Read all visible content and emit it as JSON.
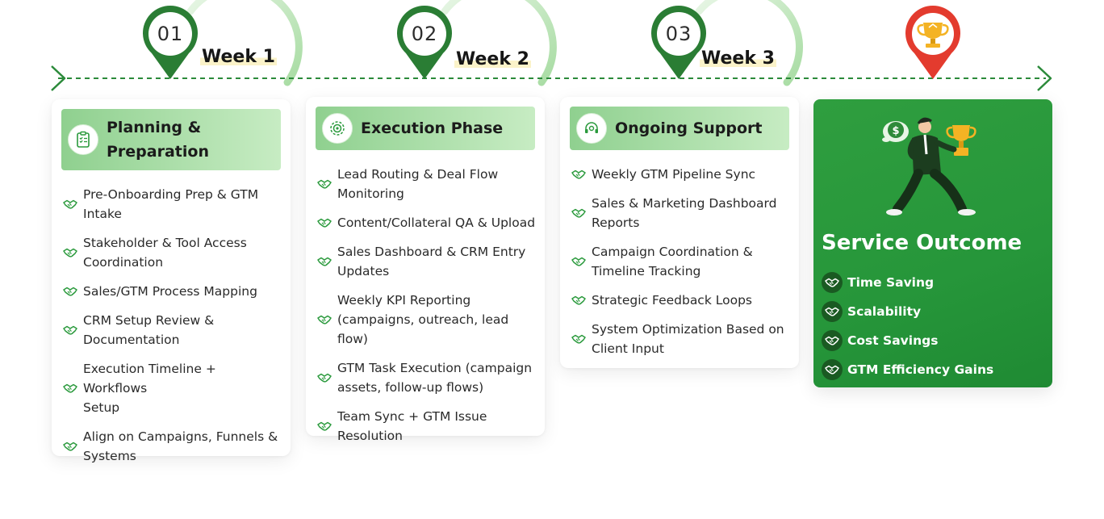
{
  "colors": {
    "primary_green": "#2b9a3d",
    "dark_green": "#1f6e2a",
    "header_gradient_start": "#8fd08f",
    "header_gradient_end": "#c7ecc3",
    "pin_red": "#e33b2e",
    "trophy_gold": "#f4b324"
  },
  "milestones": [
    {
      "number": "01",
      "week": "Week 1"
    },
    {
      "number": "02",
      "week": "Week 2"
    },
    {
      "number": "03",
      "week": "Week 3"
    }
  ],
  "final_pin_icon": "trophy-icon",
  "phases": [
    {
      "title_lines": [
        "Planning &",
        "Preparation"
      ],
      "icon": "clipboard-icon",
      "items": [
        [
          "Pre-Onboarding Prep & GTM",
          "Intake"
        ],
        [
          "Stakeholder & Tool Access",
          "Coordination"
        ],
        [
          "Sales/GTM Process Mapping"
        ],
        [
          "CRM Setup Review &",
          "Documentation"
        ],
        [
          "Execution Timeline + Workflows",
          "Setup"
        ],
        [
          "Align on Campaigns, Funnels &",
          "Systems"
        ]
      ]
    },
    {
      "title_lines": [
        "Execution Phase"
      ],
      "icon": "gear-target-icon",
      "items": [
        [
          "Lead Routing & Deal Flow",
          "Monitoring"
        ],
        [
          "Content/Collateral QA & Upload"
        ],
        [
          "Sales Dashboard & CRM Entry",
          "Updates"
        ],
        [
          "Weekly KPI Reporting",
          "(campaigns, outreach, lead flow)"
        ],
        [
          "GTM Task Execution (campaign",
          "assets, follow-up flows)"
        ],
        [
          "Team Sync + GTM Issue",
          "Resolution"
        ]
      ]
    },
    {
      "title_lines": [
        "Ongoing Support"
      ],
      "icon": "headset-icon",
      "items": [
        [
          "Weekly GTM Pipeline Sync"
        ],
        [
          "Sales & Marketing Dashboard",
          "Reports"
        ],
        [
          "Campaign Coordination &",
          "Timeline Tracking"
        ],
        [
          "Strategic Feedback Loops"
        ],
        [
          "System Optimization Based on",
          "Client Input"
        ]
      ]
    }
  ],
  "item_icon": "handshake-icon",
  "outcome": {
    "title": "Service Outcome",
    "illustration_icons": [
      "money-bubble-icon",
      "trophy-icon",
      "person-illustration"
    ],
    "items": [
      "Time Saving",
      "Scalability",
      "Cost Savings",
      "GTM Efficiency Gains"
    ]
  }
}
